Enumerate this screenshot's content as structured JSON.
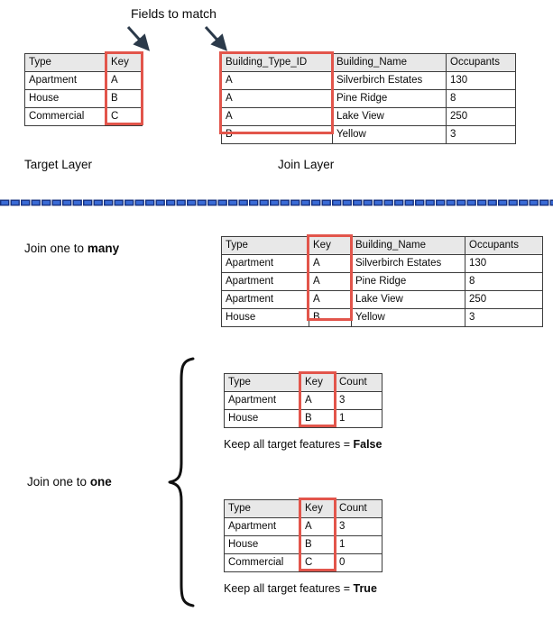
{
  "title_annotation": "Fields to match",
  "colors": {
    "highlight_red": "#e2554b",
    "header_gray": "#e8e8e8",
    "divider_blue": "#2b57c4",
    "border_dark": "#3c3c3c"
  },
  "target_layer": {
    "caption": "Target Layer",
    "columns": [
      "Type",
      "Key"
    ],
    "rows": [
      [
        "Apartment",
        "A"
      ],
      [
        "House",
        "B"
      ],
      [
        "Commercial",
        "C"
      ]
    ],
    "highlighted_column": "Key"
  },
  "join_layer": {
    "caption": "Join Layer",
    "columns": [
      "Building_Type_ID",
      "Building_Name",
      "Occupants"
    ],
    "rows": [
      [
        "A",
        "Silverbirch Estates",
        "130"
      ],
      [
        "A",
        "Pine Ridge",
        "8"
      ],
      [
        "A",
        "Lake View",
        "250"
      ],
      [
        "B",
        "Yellow",
        "3"
      ]
    ],
    "highlighted_column": "Building_Type_ID"
  },
  "one_to_many": {
    "label_prefix": "Join one to ",
    "label_bold": "many",
    "columns": [
      "Type",
      "Key",
      "Building_Name",
      "Occupants"
    ],
    "rows": [
      [
        "Apartment",
        "A",
        "Silverbirch Estates",
        "130"
      ],
      [
        "Apartment",
        "A",
        "Pine Ridge",
        "8"
      ],
      [
        "Apartment",
        "A",
        "Lake View",
        "250"
      ],
      [
        "House",
        "B",
        "Yellow",
        "3"
      ]
    ],
    "highlighted_column": "Key"
  },
  "one_to_one": {
    "label_prefix": "Join one to ",
    "label_bold": "one",
    "cases": [
      {
        "columns": [
          "Type",
          "Key",
          "Count"
        ],
        "rows": [
          [
            "Apartment",
            "A",
            "3"
          ],
          [
            "House",
            "B",
            "1"
          ]
        ],
        "highlighted_column": "Key",
        "caption_prefix": "Keep all target features = ",
        "caption_bold": "False"
      },
      {
        "columns": [
          "Type",
          "Key",
          "Count"
        ],
        "rows": [
          [
            "Apartment",
            "A",
            "3"
          ],
          [
            "House",
            "B",
            "1"
          ],
          [
            "Commercial",
            "C",
            "0"
          ]
        ],
        "highlighted_column": "Key",
        "caption_prefix": "Keep all target features = ",
        "caption_bold": "True"
      }
    ]
  }
}
